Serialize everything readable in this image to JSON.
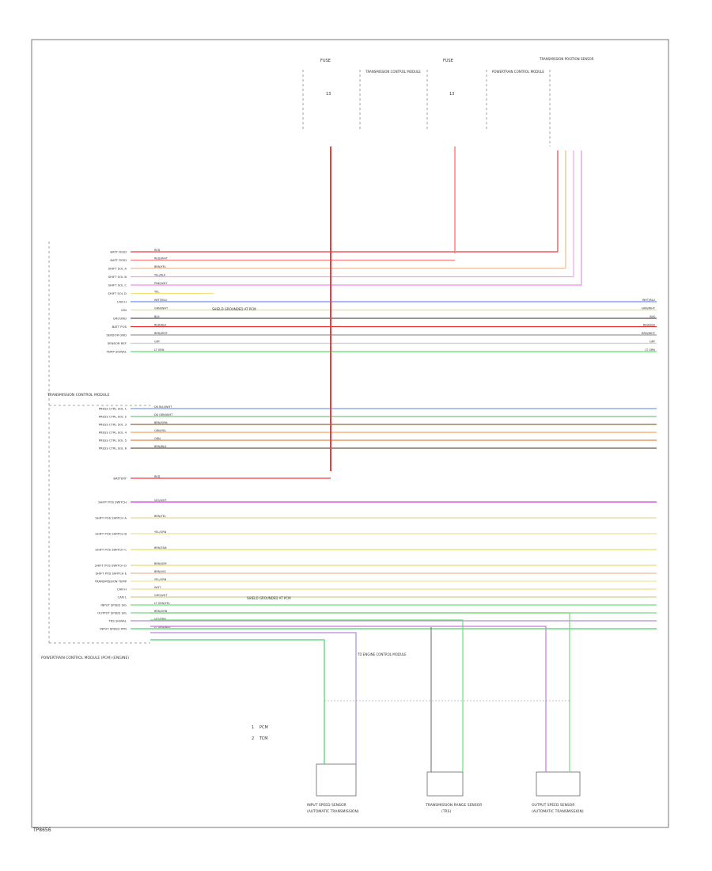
{
  "footer_code": "TP8656",
  "fuse_left": {
    "label": "FUSE",
    "pinref": "13"
  },
  "fuse_right": {
    "label": "FUSE",
    "pinref": "13"
  },
  "trans_position_label": "TRANSMISSION POSITION SENSOR",
  "tcm_title": "POWERTRAIN CONTROL MODULE",
  "ecm_title": "TRANSMISSION CONTROL MODULE",
  "module_footer": "POWERTRAIN CONTROL MODULE (PCM) (ENGINE)",
  "splice_note_1": "SHIELD GROUNDED AT PCM",
  "splice_note_2": "SHIELD GROUNDED AT PCM",
  "sensor_note": "TO ENGINE CONTROL MODULE",
  "legend": [
    {
      "sym": "1",
      "text": "PCM"
    },
    {
      "sym": "2",
      "text": "TCM"
    }
  ],
  "sensors": [
    {
      "name": "INPUT SPEED SENSOR",
      "sub": "(AUTOMATIC TRANSMISSION)"
    },
    {
      "name": "TRANSMISSION RANGE SENSOR",
      "sub": "(TRS)"
    },
    {
      "name": "OUTPUT SPEED SENSOR",
      "sub": "(AUTOMATIC TRANSMISSION)"
    }
  ],
  "wires": [
    {
      "label": "BATT FEED",
      "code": "RED",
      "color": "#f23b3b"
    },
    {
      "label": "BATT FEED",
      "code": "RED/WHT",
      "color": "#ff8080"
    },
    {
      "label": "SHIFT SOL A",
      "code": "BRN/YEL",
      "color": "#f4b98a"
    },
    {
      "label": "SHIFT SOL B",
      "code": "YEL/BLK",
      "color": "#f2a3e6"
    },
    {
      "label": "SHIFT SOL C",
      "code": "PNK/WHT",
      "color": "#e88ef0"
    },
    {
      "label": "SHIFT SOL D",
      "code": "YEL",
      "color": "#f0e27a"
    },
    {
      "label": "CAN H",
      "code": "WHT/BLU",
      "color": "#6d8fe8"
    },
    {
      "label": "IGN",
      "code": "GRN/WHT",
      "color": "#e2e87a"
    },
    {
      "label": "GROUND",
      "code": "BLK",
      "color": "#555555"
    },
    {
      "label": "BATT POS",
      "code": "RED/BLK",
      "color": "#e03030"
    },
    {
      "label": "SENSOR GND",
      "code": "BRN/WHT",
      "color": "#999999"
    },
    {
      "label": "SENSOR REF",
      "code": "GRY",
      "color": "#cccccc"
    },
    {
      "label": "TEMP SIGNAL",
      "code": "LT GRN",
      "color": "#59e26a"
    }
  ],
  "wires2": [
    {
      "label": "PRESS CTRL SOL 1",
      "code": "DK BLU/WHT",
      "color": "#7a9de8"
    },
    {
      "label": "PRESS CTRL SOL 2",
      "code": "DK GRN/WHT",
      "color": "#7ac28a"
    },
    {
      "label": "PRESS CTRL SOL 3",
      "code": "BRN/ORN",
      "color": "#8f6a3a"
    },
    {
      "label": "PRESS CTRL SOL 4",
      "code": "ORN/YEL",
      "color": "#f3a85a"
    },
    {
      "label": "PRESS CTRL SOL 5",
      "code": "ORN",
      "color": "#e8803a"
    },
    {
      "label": "PRESS CTRL SOL 6",
      "code": "BRN/BLK",
      "color": "#6e5a3a"
    },
    {
      "label": "BATTERY",
      "code": "RED",
      "color": "#f23b3b"
    },
    {
      "label": "SHIFT POS SWITCH",
      "code": "VIO/WHT",
      "color": "#d838e8"
    },
    {
      "label": "SHIFT POS SWITCH A",
      "code": "BRN/YEL",
      "color": "#e8d89a"
    },
    {
      "label": "SHIFT POS SWITCH B",
      "code": "YEL/GRN",
      "color": "#eddf9a"
    },
    {
      "label": "SHIFT POS SWITCH C",
      "code": "BRN/TAN",
      "color": "#e8e05a"
    },
    {
      "label": "SHIFT POS SWITCH D",
      "code": "BRN/GRY",
      "color": "#e8d87a"
    },
    {
      "label": "SHIFT POS SWITCH E",
      "code": "BRN/VIO",
      "color": "#f0b6a0"
    },
    {
      "label": "TRANSMISSION TEMP",
      "code": "YEL/GRN",
      "color": "#f0e89a"
    },
    {
      "label": "CAN H",
      "code": "WHT",
      "color": "#eae28a"
    },
    {
      "label": "CAN L",
      "code": "GRY/WHT",
      "color": "#cfcf9a"
    },
    {
      "label": "INPUT SPEED SIG",
      "code": "LT GRN/YEL",
      "color": "#6ee07a"
    },
    {
      "label": "OUTPUT SPEED SIG",
      "code": "BRN/GRN",
      "color": "#7ad87a"
    },
    {
      "label": "TRS SIGNAL",
      "code": "VIO/BRN",
      "color": "#b58ad0"
    },
    {
      "label": "INPUT SPEED RTN",
      "code": "LT GRN/BLK",
      "color": "#4ed06a"
    }
  ]
}
